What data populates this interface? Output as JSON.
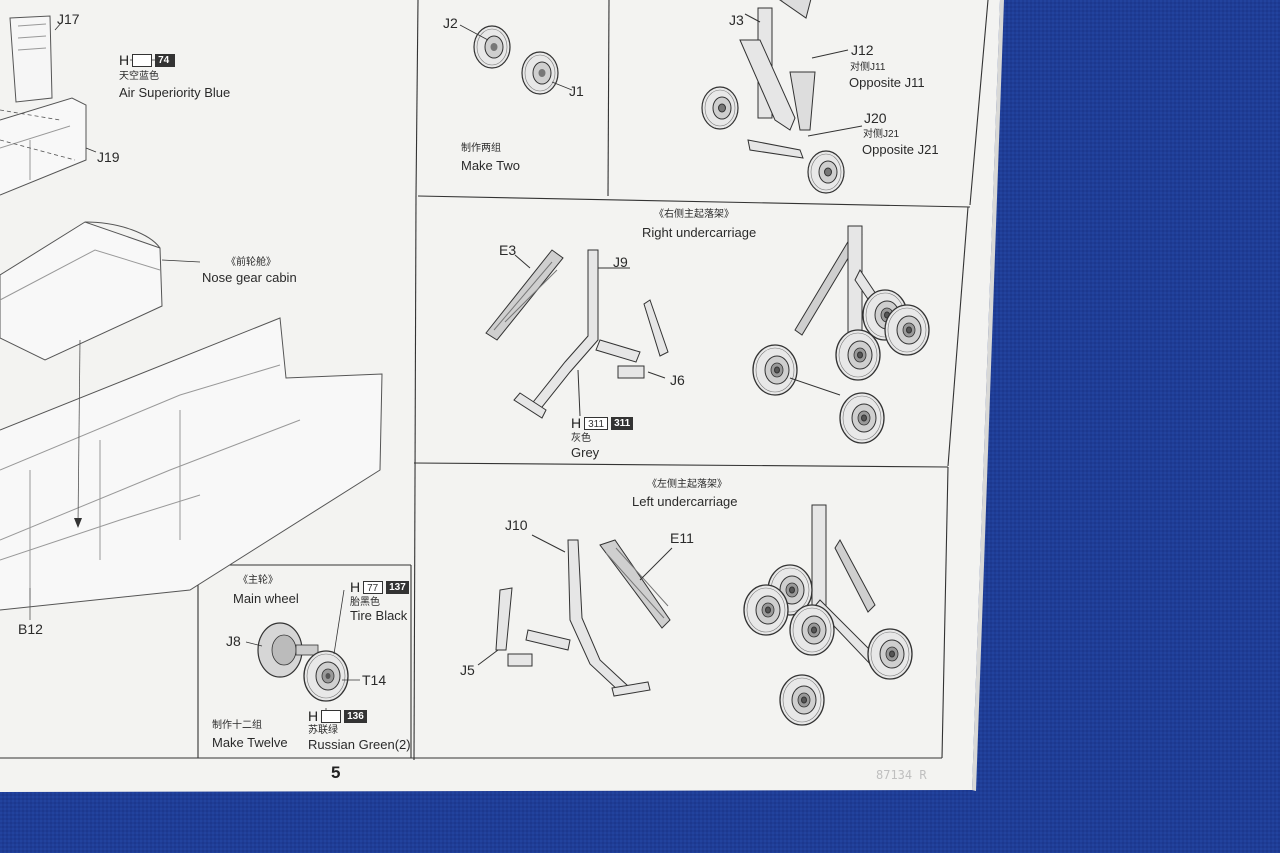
{
  "page_number": "5",
  "panels": {
    "left": {
      "paint_top": {
        "letter": "H",
        "code_white": "",
        "code_dark": "74",
        "name_cn": "天空蓝色",
        "name_en": "Air Superiority Blue"
      },
      "parts": {
        "j17": "J17",
        "j19": "J19",
        "b12": "B12"
      },
      "nose_cabin": {
        "cn": "《前轮舱》",
        "en": "Nose gear cabin"
      }
    },
    "make_two": {
      "parts": {
        "j2": "J2",
        "j1": "J1"
      },
      "note_cn": "制作两组",
      "note_en": "Make Two"
    },
    "nose_leg": {
      "parts": {
        "j3": "J3",
        "j12": "J12",
        "j20": "J20"
      },
      "j12_opposite_cn": "对侧J11",
      "j12_opposite_en": "Opposite J11",
      "j20_opposite_cn": "对侧J21",
      "j20_opposite_en": "Opposite J21"
    },
    "right_undercarriage": {
      "title_cn": "《右侧主起落架》",
      "title_en": "Right undercarriage",
      "parts": {
        "e3": "E3",
        "j9": "J9",
        "j6": "J6"
      },
      "paint": {
        "letter": "H",
        "code_white": "311",
        "code_dark": "311",
        "name_cn": "灰色",
        "name_en": "Grey"
      }
    },
    "left_undercarriage": {
      "title_cn": "《左侧主起落架》",
      "title_en": "Left undercarriage",
      "parts": {
        "j10": "J10",
        "e11": "E11",
        "j5": "J5"
      }
    },
    "main_wheel": {
      "title_cn": "《主轮》",
      "title_en": "Main wheel",
      "parts": {
        "j8": "J8",
        "t14": "T14"
      },
      "paint_tire": {
        "letter": "H",
        "code_white": "77",
        "code_dark": "137",
        "name_cn": "胎黑色",
        "name_en": "Tire Black"
      },
      "paint_hub": {
        "letter": "H",
        "code_white": "",
        "code_dark": "136",
        "name_cn": "苏联绿",
        "name_en": "Russian Green(2)"
      },
      "note_cn": "制作十二组",
      "note_en": "Make Twelve"
    }
  },
  "watermark": "87134 R",
  "colors": {
    "background": "#1f3d96",
    "paper": "#f3f3f1",
    "ink": "#333333"
  }
}
